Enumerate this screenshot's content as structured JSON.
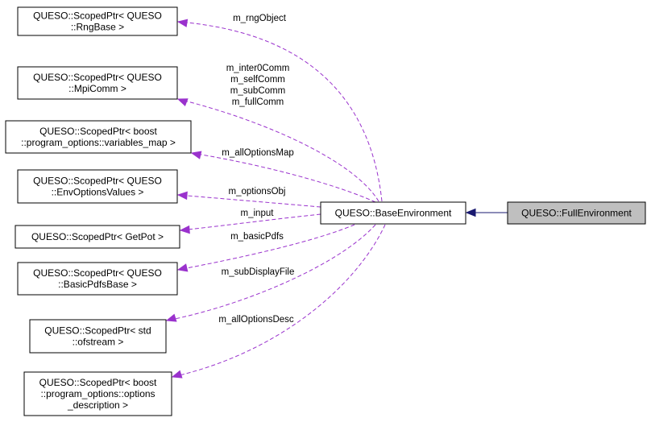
{
  "diagram": {
    "nodes": {
      "rng": [
        "QUESO::ScopedPtr< QUESO",
        "::RngBase >"
      ],
      "mpi": [
        "QUESO::ScopedPtr< QUESO",
        "::MpiComm >"
      ],
      "varmap": [
        "QUESO::ScopedPtr< boost",
        "::program_options::variables_map >"
      ],
      "envopts": [
        "QUESO::ScopedPtr< QUESO",
        "::EnvOptionsValues >"
      ],
      "getpot": [
        "QUESO::ScopedPtr< GetPot >"
      ],
      "basicpdfs": [
        "QUESO::ScopedPtr< QUESO",
        "::BasicPdfsBase >"
      ],
      "ofstream": [
        "QUESO::ScopedPtr< std",
        "::ofstream >"
      ],
      "optdesc": [
        "QUESO::ScopedPtr< boost",
        "::program_options::options",
        "_description >"
      ],
      "base": [
        "QUESO::BaseEnvironment"
      ],
      "full": [
        "QUESO::FullEnvironment"
      ]
    },
    "edge_labels": {
      "rng": [
        "m_rngObject"
      ],
      "mpi": [
        "m_inter0Comm",
        "m_selfComm",
        "m_subComm",
        "m_fullComm"
      ],
      "varmap": [
        "m_allOptionsMap"
      ],
      "envopts": [
        "m_optionsObj"
      ],
      "getpot": [
        "m_input"
      ],
      "basicpdfs": [
        "m_basicPdfs"
      ],
      "ofstream": [
        "m_subDisplayFile"
      ],
      "optdesc": [
        "m_allOptionsDesc"
      ]
    },
    "colors": {
      "composition_edge": "#9a32cd",
      "inheritance_edge": "#191970",
      "focus_fill": "#bfbfbf"
    }
  }
}
